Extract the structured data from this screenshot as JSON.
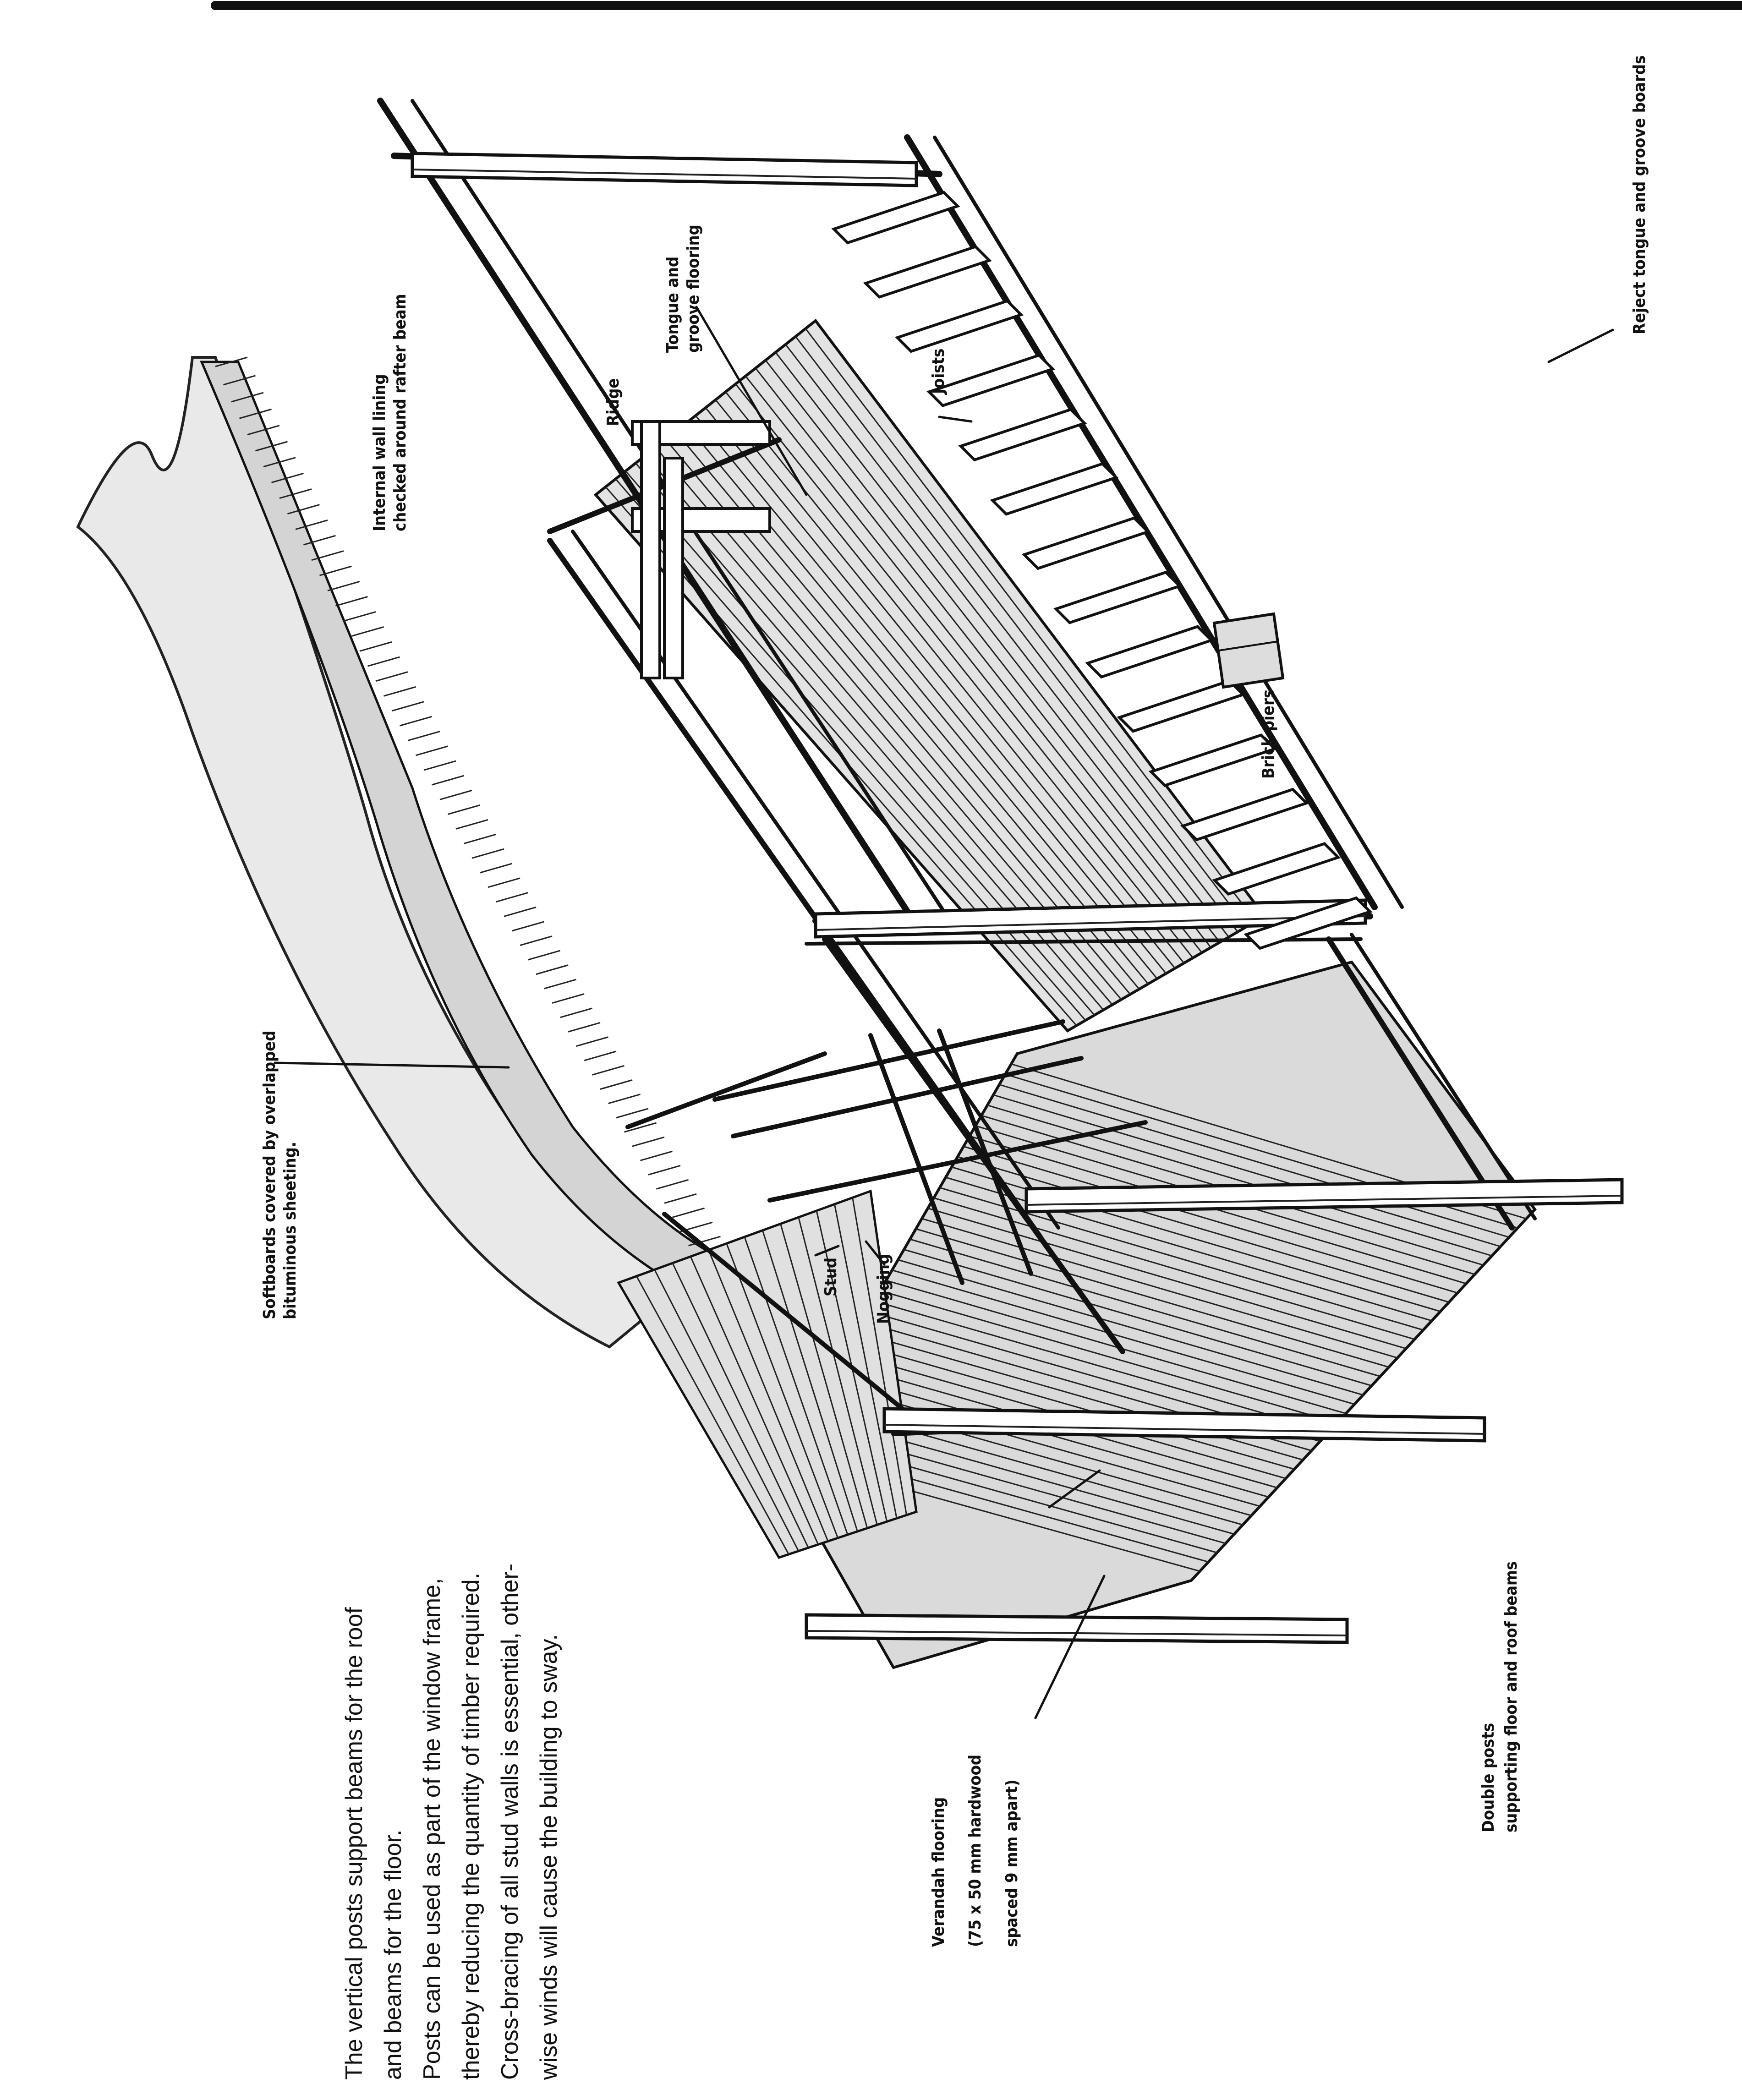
{
  "diagram": {
    "labels": {
      "reject_boards": "Reject tongue and groove boards",
      "tongue_groove_1": "Tongue and",
      "tongue_groove_2": "groove flooring",
      "joists": "Joists",
      "internal_wall_1": "Internal wall lining",
      "internal_wall_2": "checked around rafter beam",
      "ridge": "Ridge",
      "brick_piers": "Brick piers",
      "softboards_1": "Softboards covered by overlapped",
      "softboards_2": "bituminous sheeting.",
      "stud": "Stud",
      "nogging": "Nogging",
      "double_posts_1": "Double posts",
      "double_posts_2": "supporting floor and roof beams",
      "verandah_1": "Verandah flooring",
      "verandah_2": "(75 x 50 mm hardwood",
      "verandah_3": "spaced 9 mm apart)"
    },
    "caption": [
      "The vertical posts support beams for the roof",
      "and beams for the floor.",
      "Posts can be used as part of the window frame,",
      "thereby reducing the quantity of timber required.",
      "Cross-bracing of all stud walls is essential, other-",
      "wise winds will cause the building to sway."
    ]
  }
}
